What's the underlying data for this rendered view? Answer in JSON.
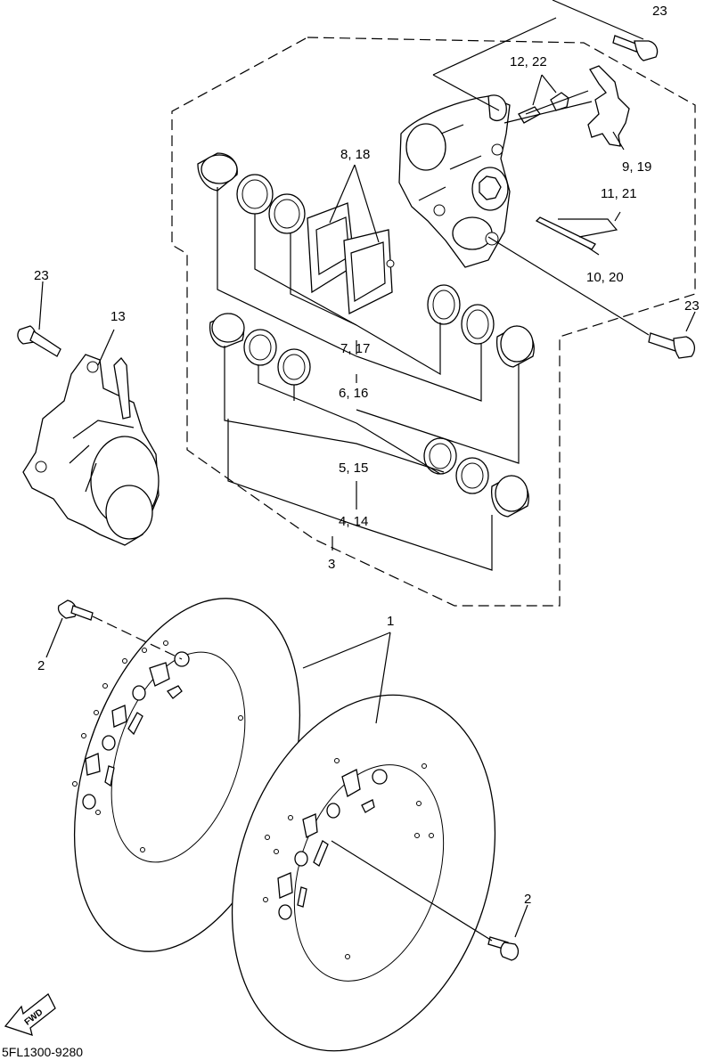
{
  "diagram_code": "5FL1300-9280",
  "fwd_marker": "FWD",
  "callouts": {
    "c1": "1",
    "c2a": "2",
    "c2b": "2",
    "c3": "3",
    "c4_14": "4, 14",
    "c5_15": "5, 15",
    "c6_16": "6, 16",
    "c7_17": "7, 17",
    "c8_18": "8, 18",
    "c9_19": "9, 19",
    "c10_20": "10, 20",
    "c11_21": "11, 21",
    "c12_22": "12, 22",
    "c13": "13",
    "c23a": "23",
    "c23b": "23",
    "c23c": "23"
  }
}
